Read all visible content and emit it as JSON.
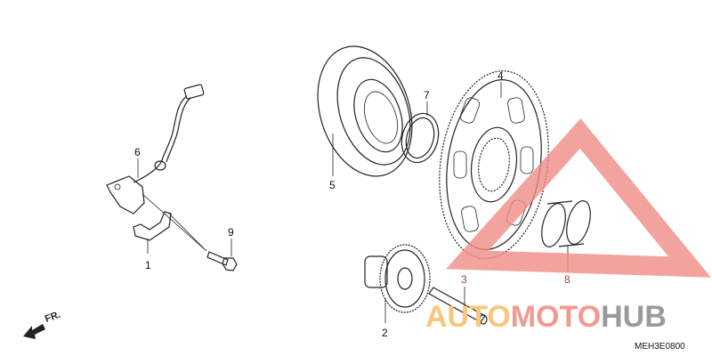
{
  "diagram": {
    "callouts": [
      {
        "id": "1",
        "label": "1"
      },
      {
        "id": "2",
        "label": "2"
      },
      {
        "id": "3",
        "label": "3"
      },
      {
        "id": "4",
        "label": "4"
      },
      {
        "id": "5",
        "label": "5"
      },
      {
        "id": "6",
        "label": "6"
      },
      {
        "id": "7",
        "label": "7"
      },
      {
        "id": "8",
        "label": "8"
      },
      {
        "id": "9",
        "label": "9"
      }
    ],
    "direction_label": "FR.",
    "diagram_code": "MEH3E0800"
  },
  "watermark": {
    "text_parts": [
      "AUTO",
      "MOTO",
      "HUB"
    ],
    "colors": {
      "auto": "#f7c77c",
      "moto": "#f29a92",
      "hub": "#9a9a9a",
      "triangle": "#f08c84"
    }
  }
}
